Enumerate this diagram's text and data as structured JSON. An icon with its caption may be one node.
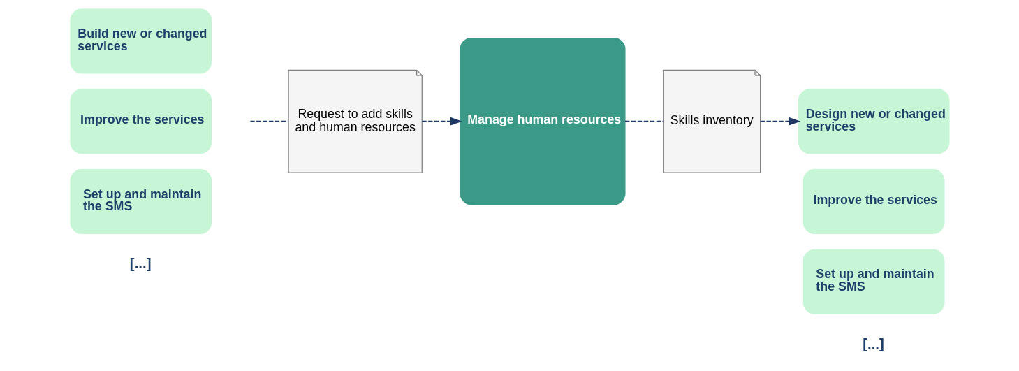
{
  "diagram": {
    "nodes": [
      {
        "text": [
          "Build new or changed services"
        ]
      },
      {
        "text": [
          "Improve the services"
        ]
      },
      {
        "text": [
          "Set up and maintain the SMS"
        ]
      },
      {
        "text": [
          "Request to add skills and human resources"
        ]
      },
      {
        "text": [
          "Manage human resources"
        ]
      },
      {
        "text": [
          "Skills inventory"
        ]
      },
      {
        "text": [
          "Design new or changed services"
        ]
      },
      {
        "text": [
          "Improve the services"
        ]
      },
      {
        "text": [
          "Set up and maintain the SMS"
        ]
      }
    ],
    "edges": [
      {
        "from": null,
        "to": 3,
        "arrow": "none",
        "style": "dashed"
      },
      {
        "from": 3,
        "to": 4,
        "arrow": "to",
        "style": "dashed"
      },
      {
        "from": 4,
        "to": 5,
        "arrow": "none",
        "style": "dashed"
      },
      {
        "from": 5,
        "to": 6,
        "arrow": "to",
        "style": "dashed"
      }
    ],
    "labels": [
      "[...]",
      "[...]"
    ]
  }
}
